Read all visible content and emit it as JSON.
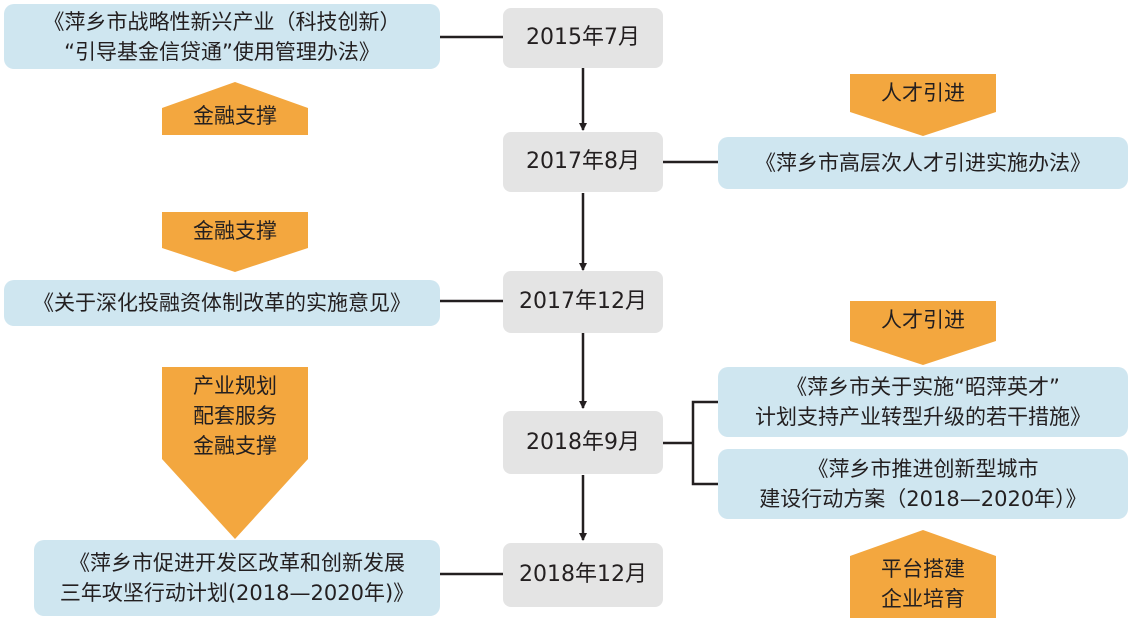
{
  "timeline": {
    "dates": [
      "2015年7月",
      "2017年8月",
      "2017年12月",
      "2018年9月",
      "2018年12月"
    ]
  },
  "documents": {
    "doc1": [
      "《萍乡市战略性新兴产业（科技创新）",
      "“引导基金信贷通”使用管理办法》"
    ],
    "doc2": [
      "《萍乡市高层次人才引进实施办法》"
    ],
    "doc3": [
      "《关于深化投融资体制改革的实施意见》"
    ],
    "doc4": [
      "《萍乡市关于实施“昭萍英才”",
      "计划支持产业转型升级的若干措施》"
    ],
    "doc5": [
      "《萍乡市推进创新型城市",
      "建设行动方案（2018—2020年）》"
    ],
    "doc6": [
      "《萍乡市促进开发区改革和创新发展",
      "三年攻坚行动计划(2018—2020年)》"
    ]
  },
  "tags": {
    "tag1": [
      "金融支撑"
    ],
    "tag2": [
      "人才引进"
    ],
    "tag3": [
      "金融支撑"
    ],
    "tag4": [
      "人才引进"
    ],
    "tag5": [
      "产业规划",
      "配套服务",
      "金融支撑"
    ],
    "tag6": [
      "平台搭建",
      "企业培育"
    ]
  },
  "colors": {
    "document_box": "#cfe6f0",
    "date_box": "#e4e4e4",
    "tag_arrow": "#f3a73f",
    "connector": "#231f20"
  }
}
